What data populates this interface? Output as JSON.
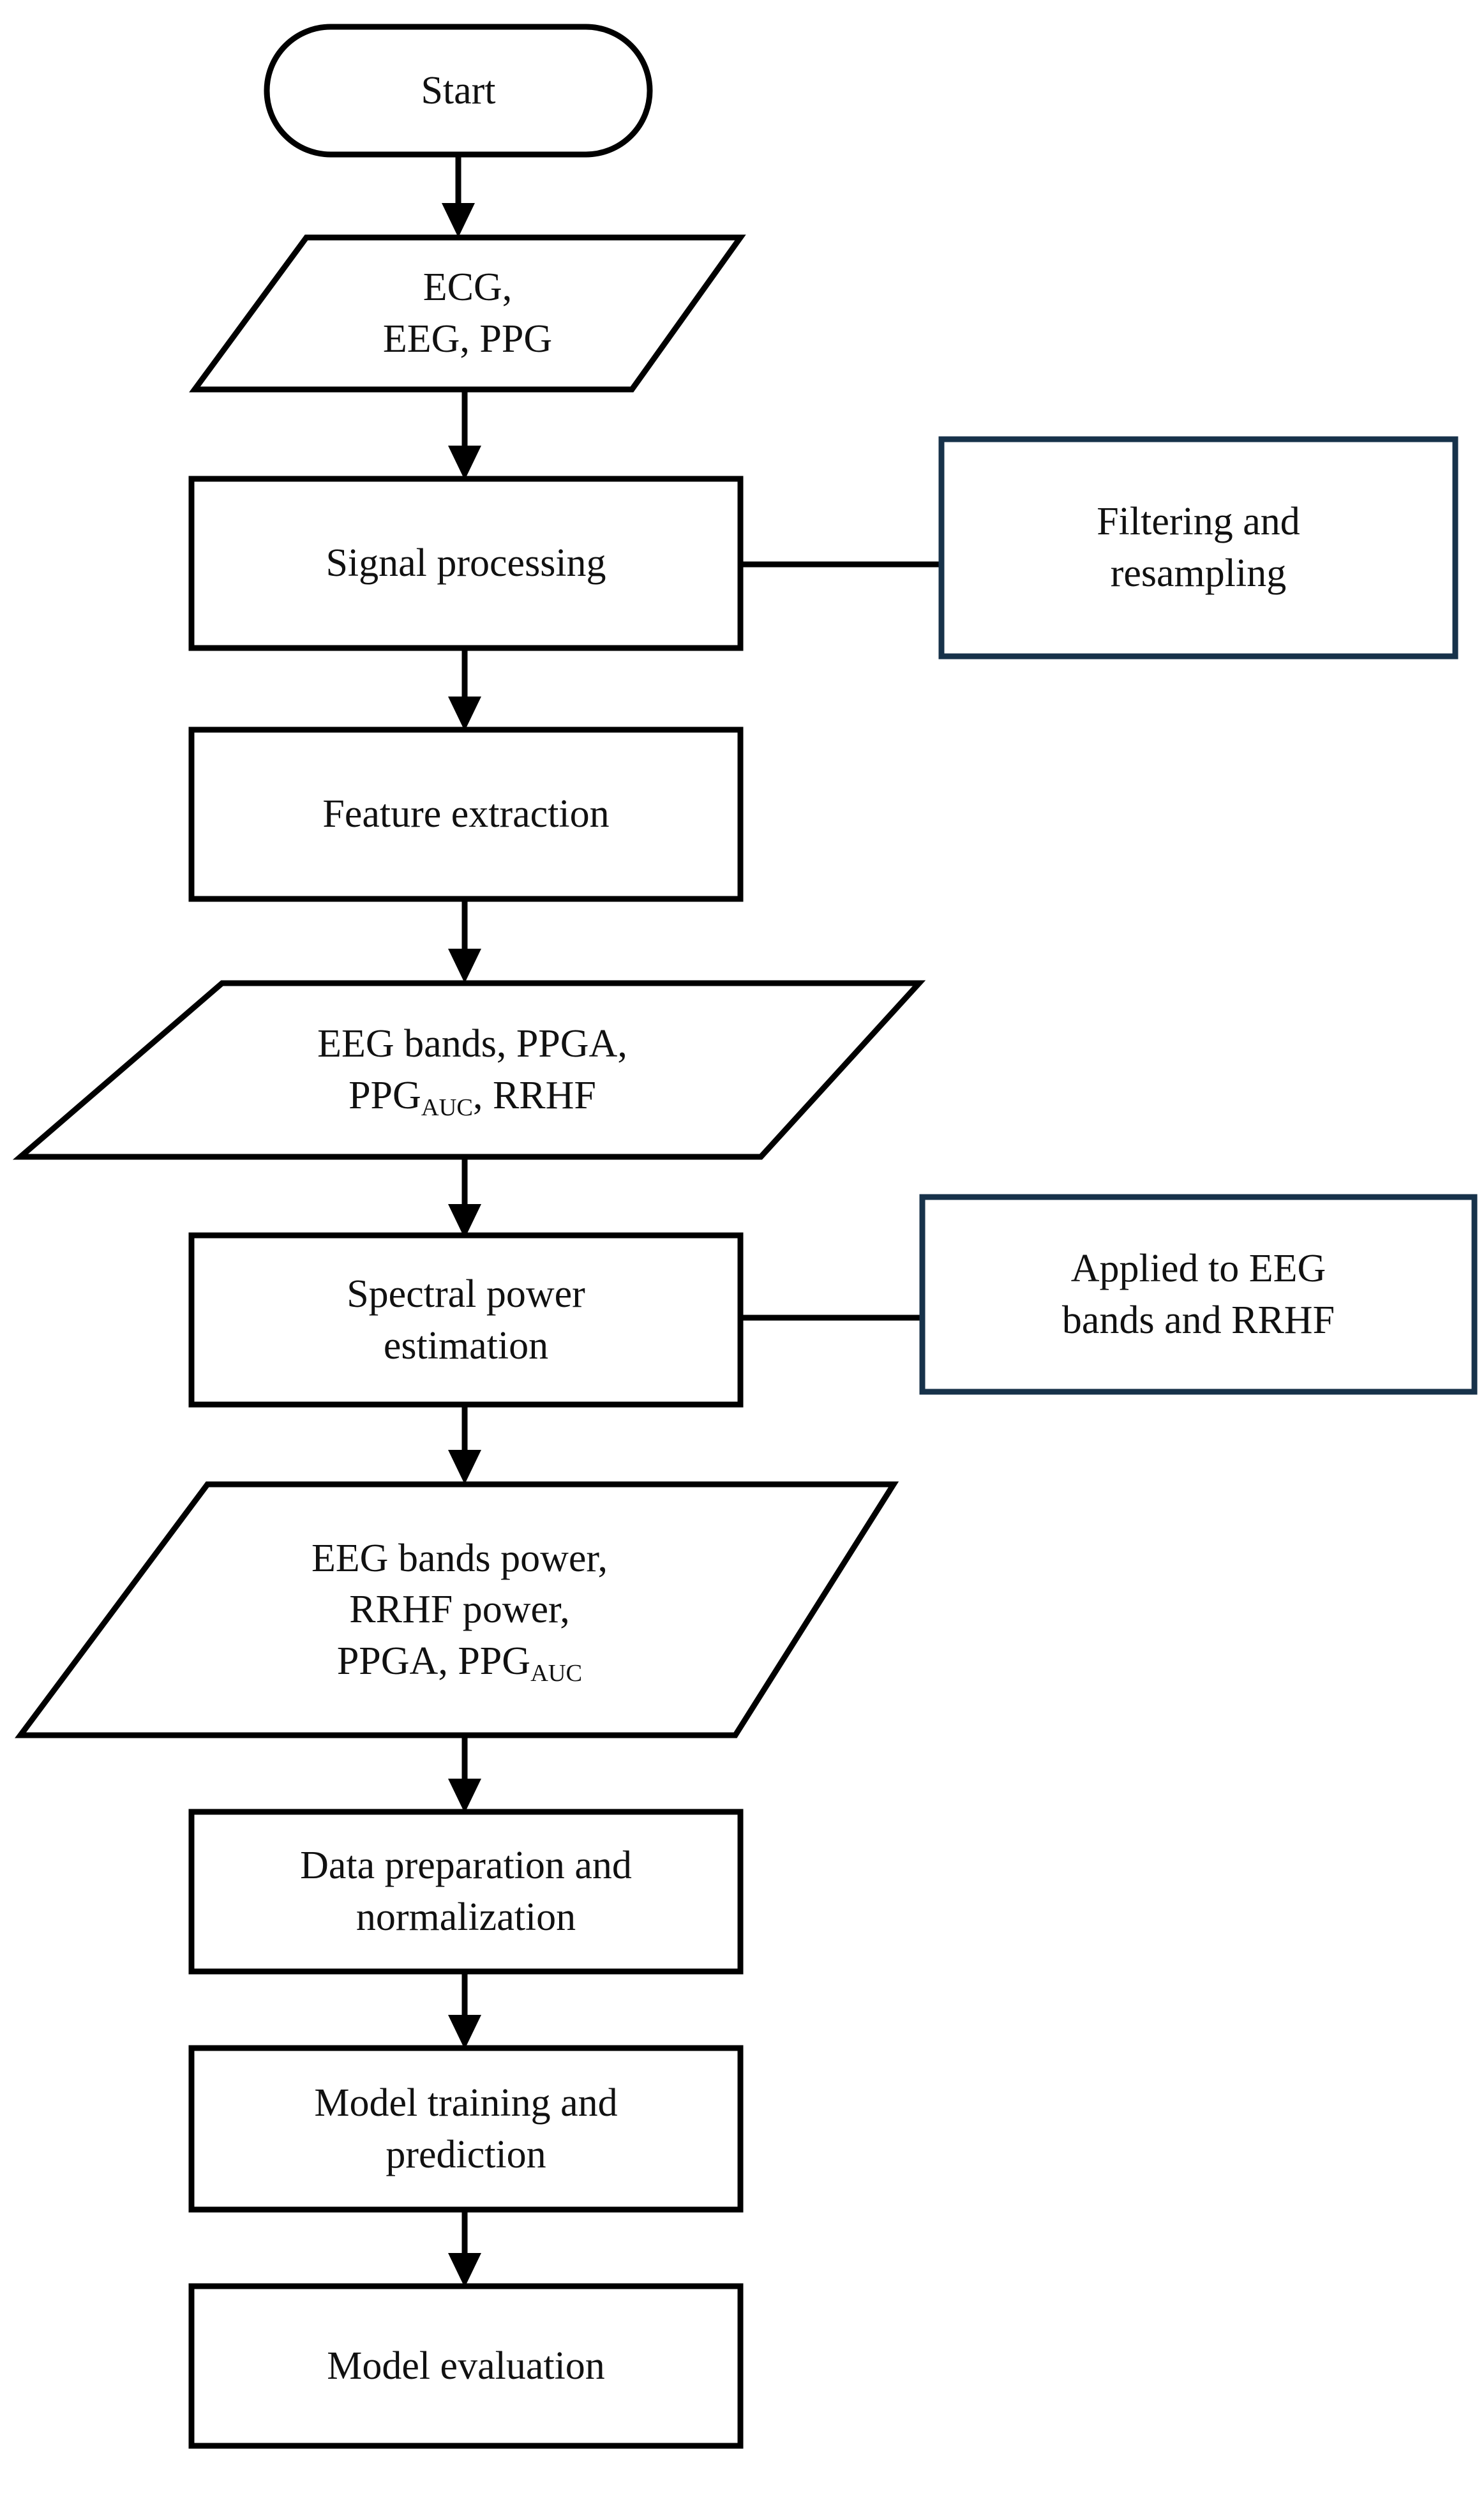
{
  "diagram": {
    "title": "Signal processing and machine learning pipeline flowchart",
    "colors": {
      "shape_stroke": "#000000",
      "annotation_stroke": "#17324a",
      "background": "#ffffff",
      "text": "#111111"
    },
    "nodes": [
      {
        "id": "start",
        "shape": "terminator",
        "lines": [
          "Start"
        ]
      },
      {
        "id": "inputs",
        "shape": "data-parallelogram",
        "lines": [
          "ECG,",
          "EEG, PPG"
        ]
      },
      {
        "id": "signal-processing",
        "shape": "process",
        "lines": [
          "Signal processing"
        ]
      },
      {
        "id": "feature-extraction",
        "shape": "process",
        "lines": [
          "Feature extraction"
        ]
      },
      {
        "id": "features",
        "shape": "data-parallelogram",
        "lines": [
          "EEG bands, PPGA,",
          "PPG<sub>AUC</sub>, RRHF"
        ]
      },
      {
        "id": "spectral-power-estimation",
        "shape": "process",
        "lines": [
          "Spectral power",
          "estimation"
        ]
      },
      {
        "id": "power-features",
        "shape": "data-parallelogram",
        "lines": [
          "EEG bands power,",
          "RRHF power,",
          "PPGA, PPG<sub>AUC</sub>"
        ]
      },
      {
        "id": "data-preparation",
        "shape": "process",
        "lines": [
          "Data preparation and",
          "normalization"
        ]
      },
      {
        "id": "model-training",
        "shape": "process",
        "lines": [
          "Model training and",
          "prediction"
        ]
      },
      {
        "id": "model-evaluation",
        "shape": "process",
        "lines": [
          "Model evaluation"
        ]
      }
    ],
    "annotations": [
      {
        "id": "filtering-resampling",
        "attached_to": "signal-processing",
        "lines": [
          "Filtering  and",
          "resampling"
        ]
      },
      {
        "id": "applied-to-eeg",
        "attached_to": "spectral-power-estimation",
        "lines": [
          "Applied to EEG",
          "bands and RRHF"
        ]
      }
    ],
    "edges": [
      {
        "from": "start",
        "to": "inputs",
        "kind": "arrow"
      },
      {
        "from": "inputs",
        "to": "signal-processing",
        "kind": "arrow"
      },
      {
        "from": "signal-processing",
        "to": "feature-extraction",
        "kind": "arrow"
      },
      {
        "from": "feature-extraction",
        "to": "features",
        "kind": "arrow"
      },
      {
        "from": "features",
        "to": "spectral-power-estimation",
        "kind": "arrow"
      },
      {
        "from": "spectral-power-estimation",
        "to": "power-features",
        "kind": "arrow"
      },
      {
        "from": "power-features",
        "to": "data-preparation",
        "kind": "arrow"
      },
      {
        "from": "data-preparation",
        "to": "model-training",
        "kind": "arrow"
      },
      {
        "from": "model-training",
        "to": "model-evaluation",
        "kind": "arrow"
      },
      {
        "from": "signal-processing",
        "to": "filtering-resampling",
        "kind": "line"
      },
      {
        "from": "spectral-power-estimation",
        "to": "applied-to-eeg",
        "kind": "line"
      }
    ]
  }
}
